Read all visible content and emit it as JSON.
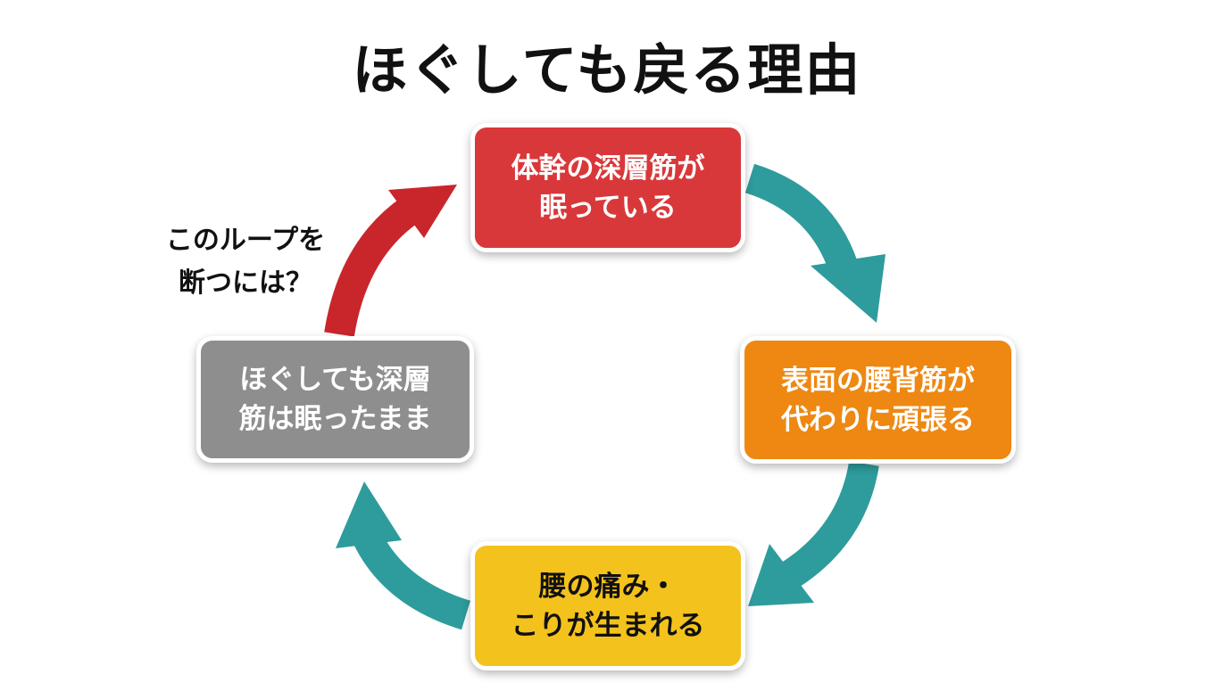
{
  "title": "ほぐしても戻る理由",
  "colors": {
    "top": "#d9383a",
    "right": "#ee8812",
    "bottom": "#f4c21c",
    "left": "#8e8e8e",
    "arrow_teal": "#2e9c9c",
    "arrow_red": "#c9262c"
  },
  "nodes": {
    "top": {
      "line1": "体幹の深層筋が",
      "line2": "眠っている"
    },
    "right": {
      "line1": "表面の腰背筋が",
      "line2": "代わりに頑張る"
    },
    "bottom": {
      "line1": "腰の痛み・",
      "line2": "こりが生まれる"
    },
    "left": {
      "line1": "ほぐしても深層",
      "line2": "筋は眠ったまま"
    }
  },
  "note": {
    "line1": "このループを",
    "line2": "断つには？"
  }
}
